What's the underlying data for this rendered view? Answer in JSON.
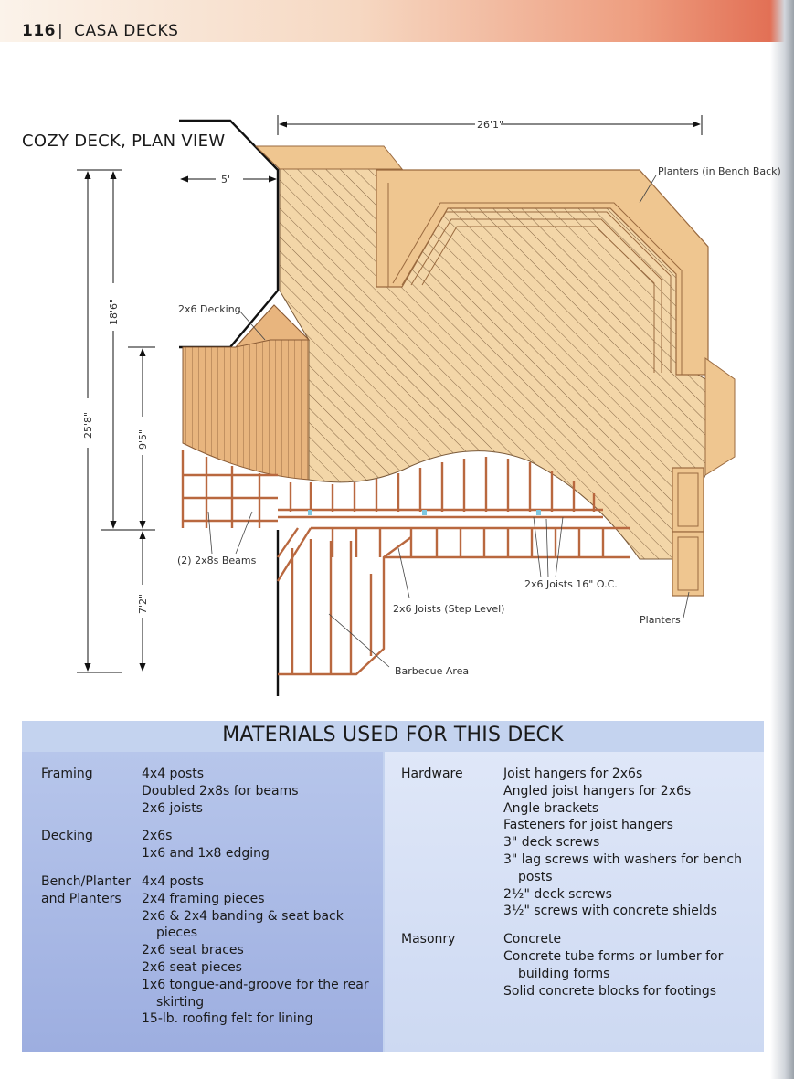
{
  "header": {
    "page_number": "116",
    "separator": "|",
    "section": "CASA DECKS"
  },
  "plan": {
    "title": "COZY DECK, PLAN VIEW",
    "dimensions": {
      "overall_width": "26'1\"",
      "offset_top": "5'",
      "overall_depth": "25'8\"",
      "upper_depth": "18'6\"",
      "middle_depth": "9'5\"",
      "lower_depth": "7'2\""
    },
    "callouts": {
      "decking": "2x6 Decking",
      "planters_bench": "Planters (in Bench Back)",
      "beams": "(2) 2x8s Beams",
      "joists": "2x6 Joists 16\" O.C.",
      "joists_step": "2x6 Joists (Step Level)",
      "planters": "Planters",
      "barbecue": "Barbecue Area"
    },
    "colors": {
      "deck_fill": "#f3d6a8",
      "trim": "#e7b47a",
      "joist": "#b9683f",
      "outline": "#111111"
    }
  },
  "materials": {
    "title": "MATERIALS USED FOR THIS DECK",
    "left": [
      {
        "label": [
          "Framing"
        ],
        "items": [
          {
            "text": "4x4 posts"
          },
          {
            "text": "Doubled 2x8s for beams"
          },
          {
            "text": "2x6 joists"
          }
        ]
      },
      {
        "label": [
          "Decking"
        ],
        "items": [
          {
            "text": "2x6s"
          },
          {
            "text": "1x6 and 1x8 edging"
          }
        ]
      },
      {
        "label": [
          "Bench/Planter",
          "and Planters"
        ],
        "items": [
          {
            "text": "4x4 posts"
          },
          {
            "text": "2x4 framing pieces"
          },
          {
            "text": "2x6 & 2x4 banding & seat back"
          },
          {
            "text": "pieces",
            "indent": true
          },
          {
            "text": "2x6 seat braces"
          },
          {
            "text": "2x6 seat pieces"
          },
          {
            "text": "1x6 tongue-and-groove for the rear"
          },
          {
            "text": "skirting",
            "indent": true
          },
          {
            "text": "15-lb. roofing felt for lining"
          }
        ]
      }
    ],
    "right": [
      {
        "label": [
          "Hardware"
        ],
        "items": [
          {
            "text": "Joist hangers for 2x6s"
          },
          {
            "text": "Angled joist hangers for 2x6s"
          },
          {
            "text": "Angle brackets"
          },
          {
            "text": "Fasteners for joist hangers"
          },
          {
            "text": "3\" deck screws"
          },
          {
            "text": "3\" lag screws with washers for bench"
          },
          {
            "text": "posts",
            "indent": true
          },
          {
            "text": "2½\" deck screws"
          },
          {
            "text": "3½\" screws with concrete shields"
          }
        ]
      },
      {
        "label": [
          "Masonry"
        ],
        "items": [
          {
            "text": "Concrete"
          },
          {
            "text": "Concrete tube forms or lumber for"
          },
          {
            "text": "building forms",
            "indent": true
          },
          {
            "text": "Solid concrete blocks for footings"
          }
        ]
      }
    ]
  }
}
